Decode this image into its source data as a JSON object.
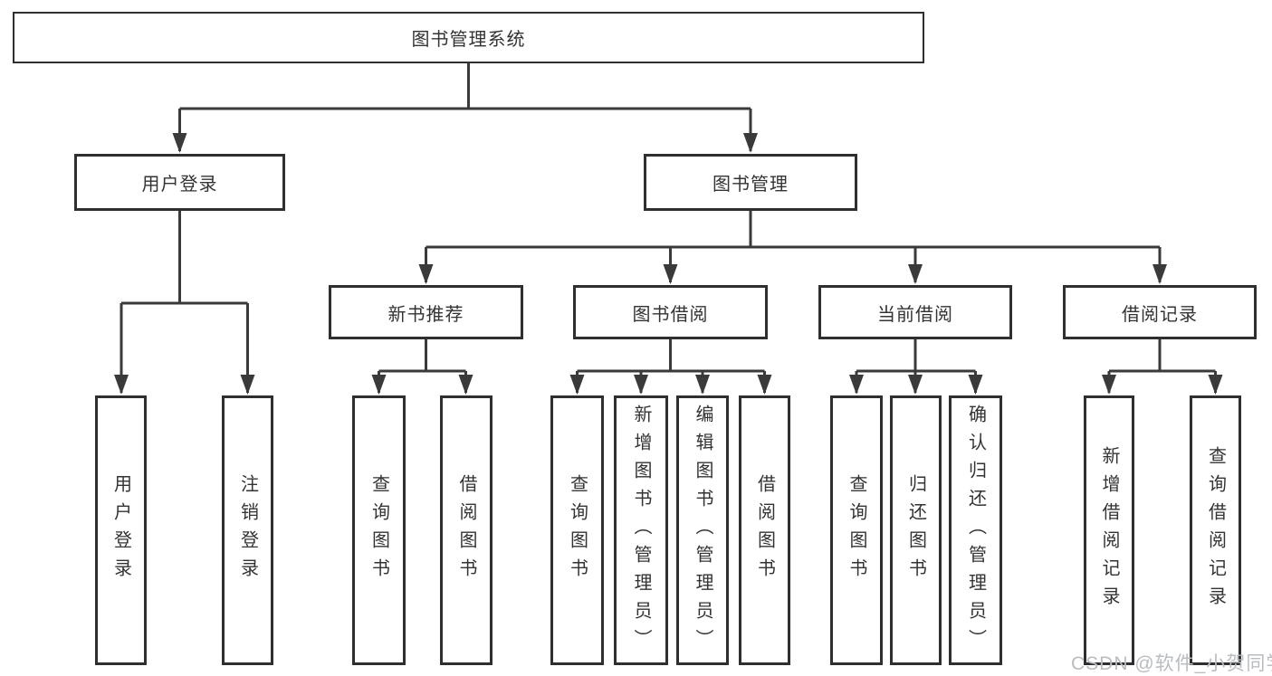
{
  "tree": {
    "label": "图书管理系统",
    "children": [
      {
        "label": "用户登录",
        "children": [
          {
            "label": "用户登录"
          },
          {
            "label": "注销登录"
          }
        ]
      },
      {
        "label": "图书管理",
        "children": [
          {
            "label": "新书推荐",
            "children": [
              {
                "label": "查询图书"
              },
              {
                "label": "借阅图书"
              }
            ]
          },
          {
            "label": "图书借阅",
            "children": [
              {
                "label": "查询图书"
              },
              {
                "label": "新增图书（管理员）"
              },
              {
                "label": "编辑图书（管理员）"
              },
              {
                "label": "借阅图书"
              }
            ]
          },
          {
            "label": "当前借阅",
            "children": [
              {
                "label": "查询图书"
              },
              {
                "label": "归还图书"
              },
              {
                "label": "确认归还（管理员）"
              }
            ]
          },
          {
            "label": "借阅记录",
            "children": [
              {
                "label": "新增借阅记录"
              },
              {
                "label": "查询借阅记录"
              }
            ]
          }
        ]
      }
    ]
  },
  "watermark": {
    "text": "CSDN @软件_小贺同学"
  },
  "colors": {
    "line": "#3a3a3a",
    "box_border": "#2f2f2f",
    "text": "#333333",
    "watermark": "#b9bcc1",
    "background": "#ffffff"
  }
}
